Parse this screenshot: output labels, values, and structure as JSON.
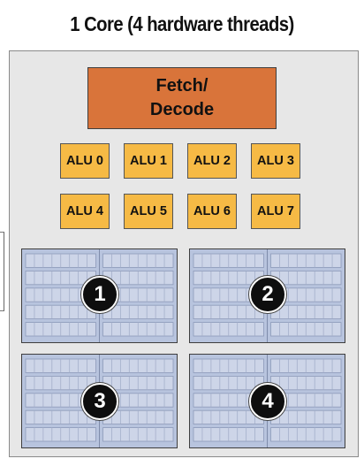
{
  "title": "1 Core (4 hardware threads)",
  "fetch_decode": "Fetch/\nDecode",
  "alus": [
    "ALU 0",
    "ALU 1",
    "ALU 2",
    "ALU 3",
    "ALU 4",
    "ALU 5",
    "ALU 6",
    "ALU 7"
  ],
  "contexts": [
    "1",
    "2",
    "3",
    "4"
  ],
  "colors": {
    "core_background": "#e7e7e7",
    "fetch_decode": "#d9743a",
    "alu": "#f6ba45",
    "execution_context": "#b8c4de",
    "badge": "#0e0e0e"
  }
}
